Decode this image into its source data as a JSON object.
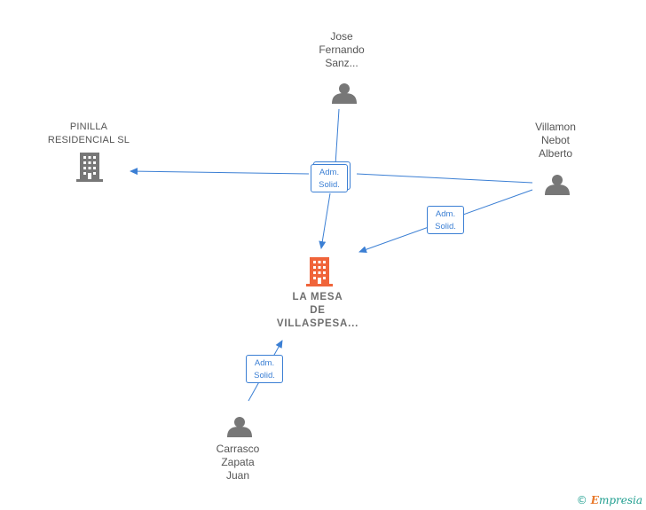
{
  "nodes": {
    "jose": {
      "label": "Jose\nFernando\nSanz..."
    },
    "pinilla": {
      "label": "PINILLA\nRESIDENCIAL SL"
    },
    "villamon": {
      "label": "Villamon\nNebot\nAlberto"
    },
    "lamesa": {
      "label": "LA MESA\nDE\nVILLASPESA..."
    },
    "carrasco": {
      "label": "Carrasco\nZapata\nJuan"
    }
  },
  "edges": {
    "center": {
      "label": "Adm.\nSolid."
    },
    "villamon": {
      "label": "Adm.\nSolid."
    },
    "carrasco": {
      "label": "Adm.\nSolid."
    }
  },
  "colors": {
    "edge": "#3b7fd4",
    "person": "#777777",
    "company": "#777777",
    "main_company": "#f0643a"
  },
  "footer": {
    "copyright": "©",
    "brand_initial": "E",
    "brand_rest": "mpresia"
  }
}
